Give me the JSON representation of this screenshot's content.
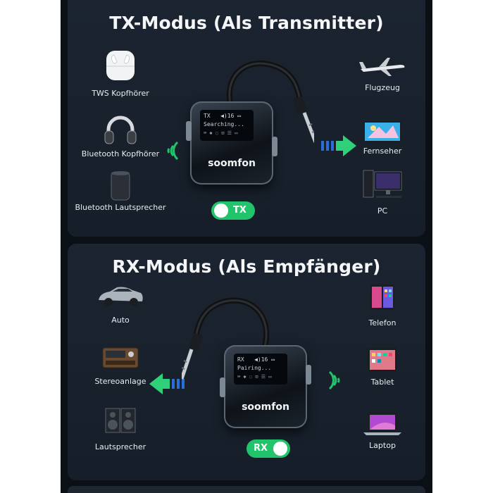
{
  "tx": {
    "title": "TX-Modus (Als Transmitter)",
    "mode_toggle": "TX",
    "screen_mode": "TX",
    "screen_status": "Searching...",
    "screen_vol": "◀)16",
    "brand": "soomfon",
    "sources": [
      {
        "label": "TWS Kopfhörer",
        "icon": "earbuds-icon"
      },
      {
        "label": "Bluetooth Kopfhörer",
        "icon": "headphones-icon"
      },
      {
        "label": "Bluetooth Lautsprecher",
        "icon": "speaker-icon"
      }
    ],
    "targets": [
      {
        "label": "Flugzeug",
        "icon": "airplane-icon"
      },
      {
        "label": "Fernseher",
        "icon": "tv-icon"
      },
      {
        "label": "PC",
        "icon": "pc-icon"
      }
    ]
  },
  "rx": {
    "title": "RX-Modus (Als Empfänger)",
    "mode_toggle": "RX",
    "screen_mode": "RX",
    "screen_status": "Pairing...",
    "screen_vol": "◀)16",
    "brand": "soomfon",
    "outputs": [
      {
        "label": "Auto",
        "icon": "car-icon"
      },
      {
        "label": "Stereoanlage",
        "icon": "stereo-icon"
      },
      {
        "label": "Lautsprecher",
        "icon": "bookshelf-speaker-icon"
      }
    ],
    "sources": [
      {
        "label": "Telefon",
        "icon": "phone-icon"
      },
      {
        "label": "Tablet",
        "icon": "tablet-icon"
      },
      {
        "label": "Laptop",
        "icon": "laptop-icon"
      }
    ]
  },
  "colors": {
    "accent_green": "#21c46b",
    "arrow_green": "#2fd07a",
    "arrow_blue": "#2a6fd8",
    "panel": "#1b2430",
    "background": "#0b0f16"
  }
}
